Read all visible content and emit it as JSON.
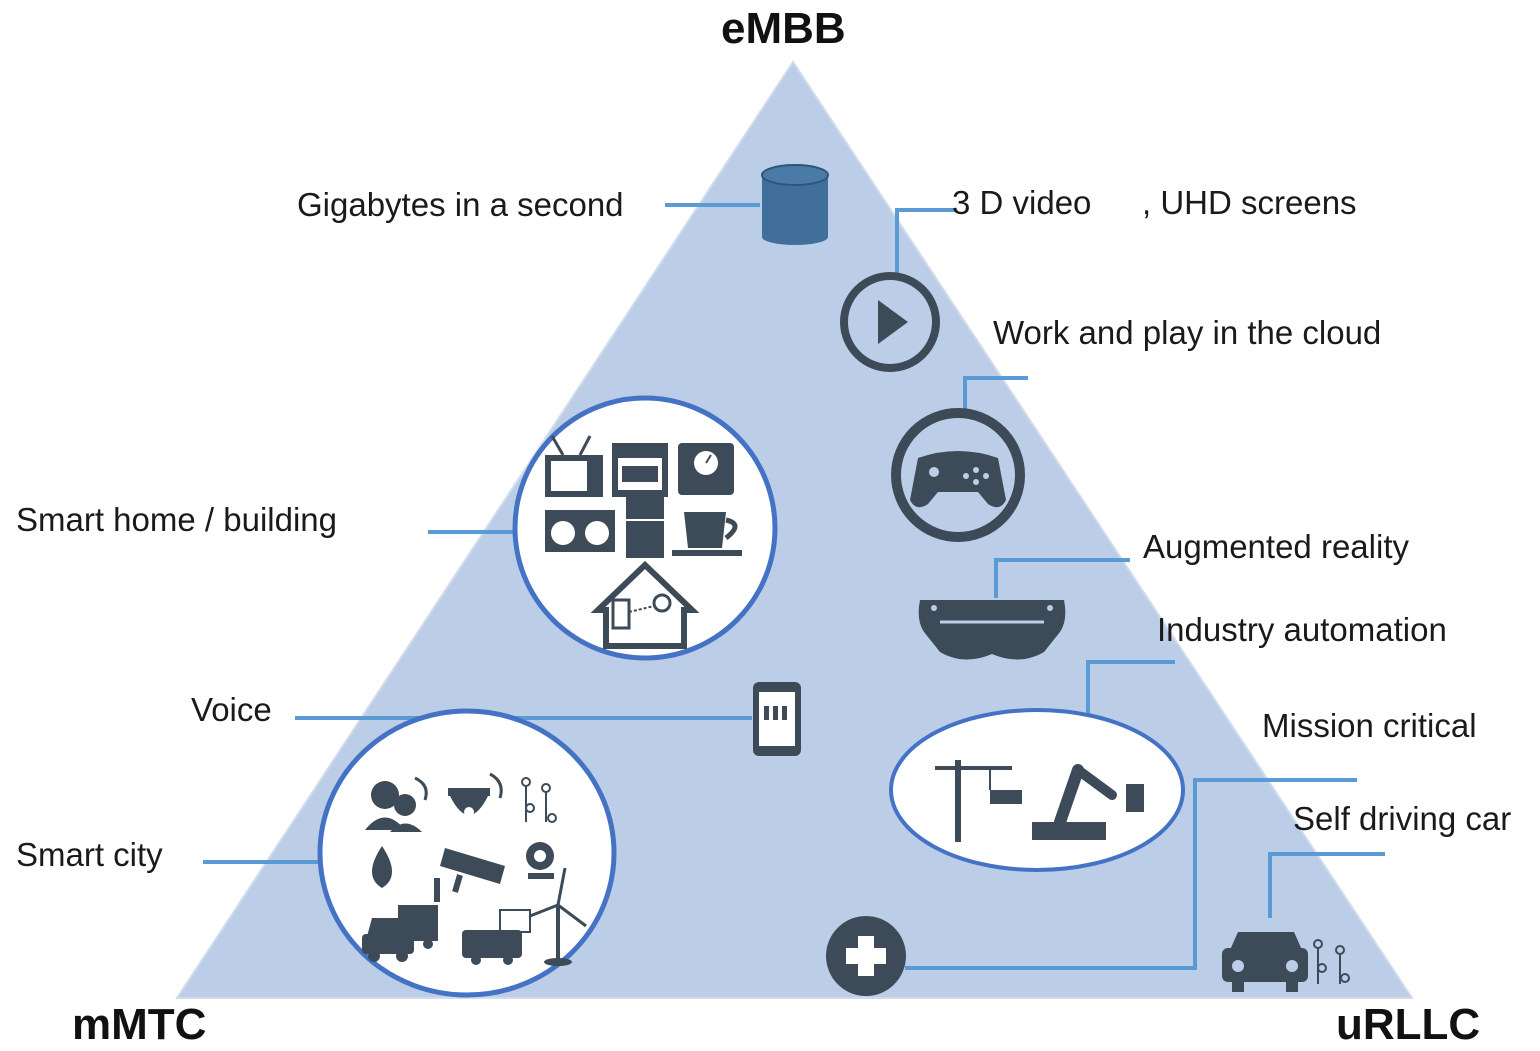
{
  "corners": {
    "top": "eMBB",
    "bottom_left": "mMTC",
    "bottom_right": "uRLLC"
  },
  "labels": {
    "gigabytes": "Gigabytes in a second",
    "video_3d": "3 D video",
    "uhd_screens": ", UHD screens",
    "cloud": "Work and play in the cloud",
    "smart_home": "Smart home / building",
    "augmented_reality": "Augmented reality",
    "industry_automation": "Industry automation",
    "voice": "Voice",
    "mission_critical": "Mission critical",
    "smart_city": "Smart city",
    "self_driving_car": "Self driving car"
  },
  "icons": [
    "database-icon",
    "play-icon",
    "gamepad-icon",
    "ar-headset-icon",
    "tv-icon",
    "oven-icon",
    "scale-icon",
    "washing-machine-icon",
    "fridge-icon",
    "cup-icon",
    "smart-house-icon",
    "phone-icon",
    "people-icon",
    "camera-dome-icon",
    "circuit-icon",
    "water-drop-icon",
    "cctv-icon",
    "webcam-icon",
    "car-icon",
    "truck-icon",
    "van-icon",
    "wind-turbine-icon",
    "crane-icon",
    "robot-arm-icon",
    "medical-cross-icon"
  ],
  "colors": {
    "triangle_fill": "#bccde8",
    "icon": "#3d4a57",
    "connector": "#5b9bd5",
    "circle_border": "#4472c4",
    "database": "#416f9b"
  }
}
